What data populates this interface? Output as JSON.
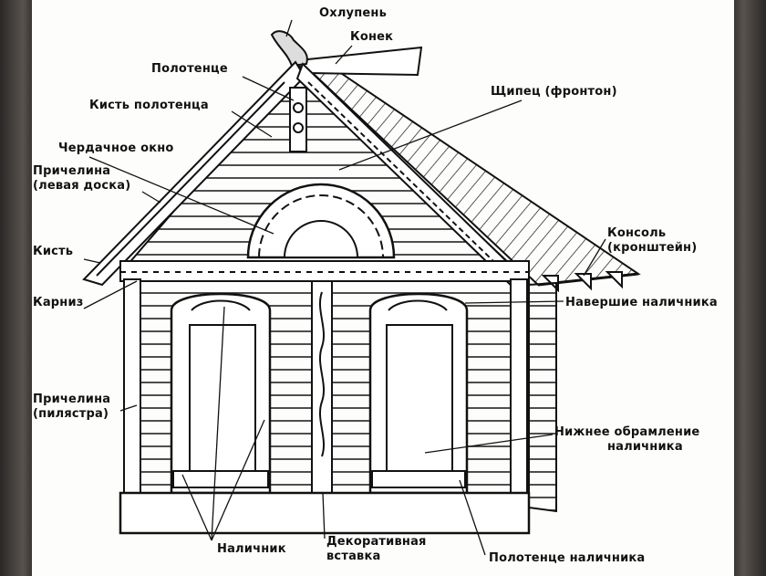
{
  "labels": {
    "okhlupen": "Охлупень",
    "konek": "Конек",
    "polotentse": "Полотенце",
    "kist_polotentsa": "Кисть полотенца",
    "shchipets": "Щипец (фронтон)",
    "cherdachnoe_okno": "Чердачное окно",
    "prichelina_levaya_1": "Причелина",
    "prichelina_levaya_2": "(левая доска)",
    "kist": "Кисть",
    "karniz": "Карниз",
    "konsol_1": "Консоль",
    "konsol_2": "(кронштейн)",
    "navershie": "Навершие наличника",
    "prichelina_pilyastra_1": "Причелина",
    "prichelina_pilyastra_2": "(пилястра)",
    "nizhnee_1": "Нижнее обрамление",
    "nizhnee_2": "наличника",
    "nalichnik": "Наличник",
    "dekor_1": "Декоративная",
    "dekor_2": "вставка",
    "polotentse_nalichnika": "Полотенце наличника"
  },
  "colors": {
    "ink": "#111111",
    "paper": "#fdfdfb",
    "frame": "#3a3735"
  }
}
